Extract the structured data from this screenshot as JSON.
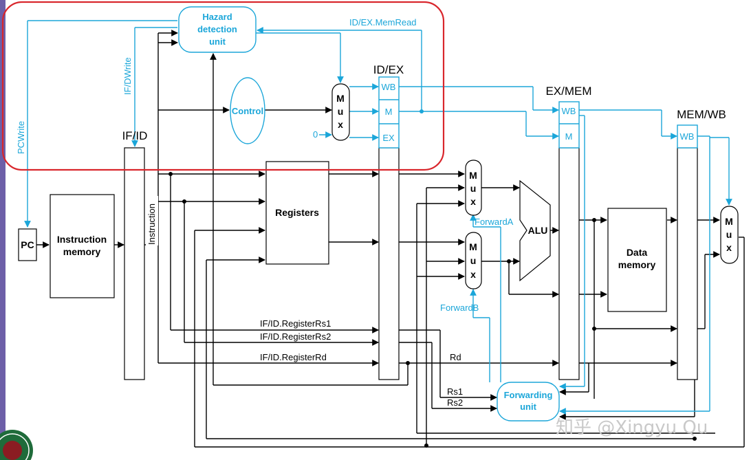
{
  "labels": {
    "hazard_unit": [
      "Hazard",
      "detection",
      "unit"
    ],
    "id_ex_memread": "ID/EX.MemRead",
    "id_ex": "ID/EX",
    "ex_mem": "EX/MEM",
    "mem_wb": "MEM/WB",
    "if_id": "IF/ID",
    "if_dwrite": "IF/DWrite",
    "pc_write": "PCWrite",
    "control": "Control",
    "mux_letters": [
      "M",
      "u",
      "x"
    ],
    "zero": "0",
    "wb": "WB",
    "m": "M",
    "ex": "EX",
    "pc": "PC",
    "instruction_memory": [
      "Instruction",
      "memory"
    ],
    "instruction": "Instruction",
    "registers": "Registers",
    "alu": "ALU",
    "forward_a": "ForwardA",
    "forward_b": "ForwardB",
    "data_memory": [
      "Data",
      "memory"
    ],
    "rs1_bus": "IF/ID.RegisterRs1",
    "rs2_bus": "IF/ID.RegisterRs2",
    "rd_bus": "IF/ID.RegisterRd",
    "rd": "Rd",
    "rs1": "Rs1",
    "rs2": "Rs2",
    "forwarding_unit": [
      "Forwarding",
      "unit"
    ],
    "watermark": "知乎 @Xingyu Qu"
  },
  "colors": {
    "control_path": "#1ba6d9",
    "datapath": "#000000",
    "highlight": "#d9262c",
    "watermark": "#c9c9c9"
  }
}
